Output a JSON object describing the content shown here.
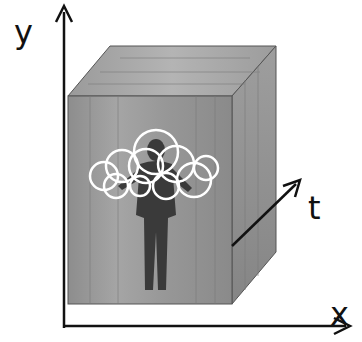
{
  "diagram": {
    "labels": [
      "y",
      "t",
      "x"
    ]
  }
}
